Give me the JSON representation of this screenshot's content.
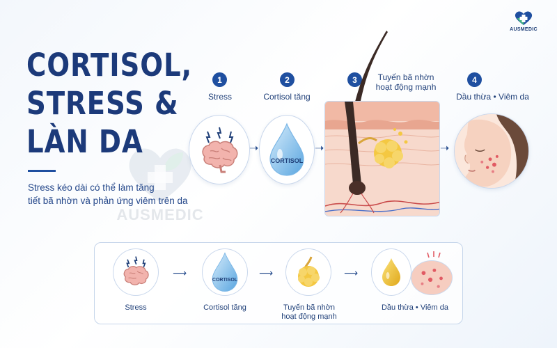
{
  "brand": {
    "logo_text": "AUSMEDIC",
    "watermark_text": "AUSMEDIC"
  },
  "title": {
    "lines": [
      "CORTISOL,",
      "STRESS &",
      "LÀN DA"
    ]
  },
  "subtitle": {
    "lines": [
      "Stress kéo dài có thể làm tăng",
      "tiết bã nhờn và phản ứng viêm trên da"
    ]
  },
  "steps": [
    {
      "number": "1",
      "label": "Stress",
      "icon": "brain-icon"
    },
    {
      "number": "2",
      "label": "Cortisol tăng",
      "icon": "droplet-icon",
      "drop_text": "CORTISOL"
    },
    {
      "number": "3",
      "label_lines": [
        "Tuyến bã nhờn",
        "hoạt động mạnh"
      ],
      "icon": "sebaceous-gland-icon"
    },
    {
      "number": "4",
      "label": "Dầu thừa • Viêm da",
      "icon": "face-acne-icon"
    }
  ],
  "summary": {
    "items": [
      {
        "label": "Stress",
        "icon": "brain-icon"
      },
      {
        "label": "Cortisol tăng",
        "icon": "droplet-icon",
        "drop_text": "CORTISOL"
      },
      {
        "label_lines": [
          "Tuyến bã nhờn",
          "hoạt động mạnh"
        ],
        "icon": "gland-icon"
      },
      {
        "label": "Dầu thừa • Viêm da",
        "icon": "oil-inflamed-skin-icon"
      }
    ]
  },
  "colors": {
    "navy": "#1c3a7a",
    "accent": "#1f4fa0",
    "brain": "#f2b3ad",
    "droplet": "#6fb3e6",
    "gland": "#f4c842",
    "skin": "#f3c3b0",
    "inflamed": "#e15a63"
  }
}
